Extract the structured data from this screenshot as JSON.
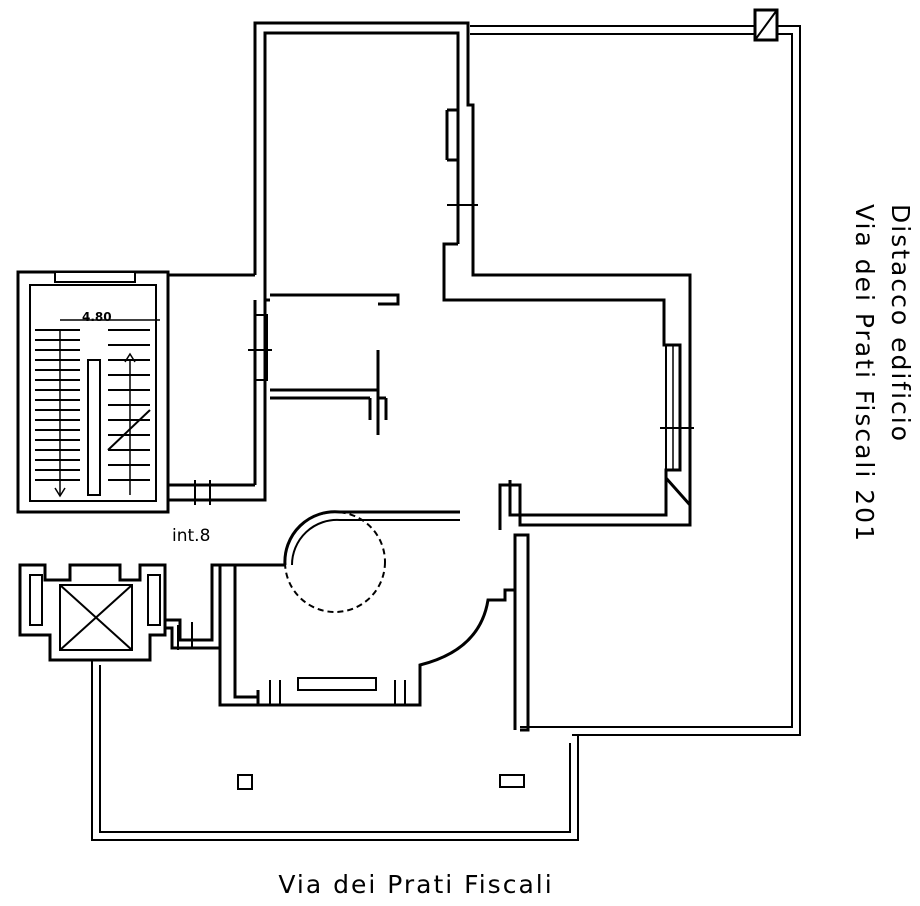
{
  "labels": {
    "street_bottom": "Via dei Prati Fiscali",
    "unit": "int.8",
    "dimension": "4.80",
    "side_line1": "Distacco edificio",
    "side_line2": "Via dei Prati Fiscali 201"
  },
  "colors": {
    "ink": "#000000",
    "paper": "#ffffff"
  }
}
